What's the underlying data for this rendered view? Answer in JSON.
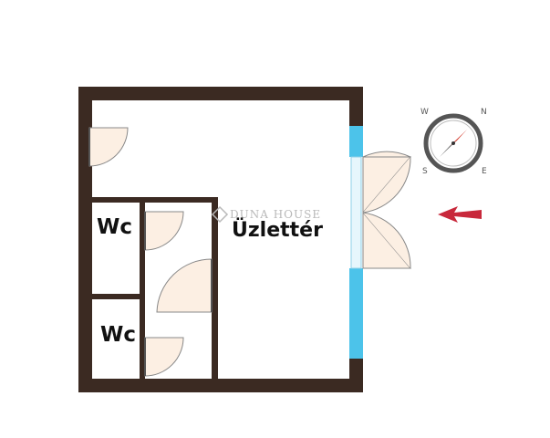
{
  "rooms": {
    "wc_top": "Wc",
    "wc_bottom": "Wc",
    "main": "Üzlettér"
  },
  "watermark": "DUNA HOUSE",
  "compass": {
    "labels": [
      "W",
      "N",
      "S",
      "E"
    ]
  },
  "colors": {
    "wall": "#3b2a22",
    "window": "#4cc3ea",
    "door_fill": "#fcefe3",
    "arrow": "#c8283b",
    "compass_red": "#d33a2c"
  }
}
